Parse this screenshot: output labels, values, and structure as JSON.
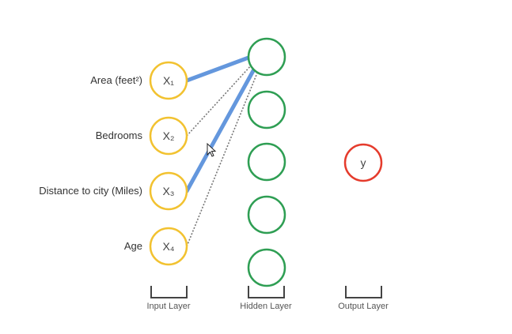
{
  "inputs": [
    {
      "feature": "Area (feet²)",
      "symbol": "X₁"
    },
    {
      "feature": "Bedrooms",
      "symbol": "X₂"
    },
    {
      "feature": "Distance to city (Miles)",
      "symbol": "X₃"
    },
    {
      "feature": "Age",
      "symbol": "X₄"
    }
  ],
  "hidden_count": 5,
  "output": {
    "symbol": "y"
  },
  "layers": {
    "input": "Input Layer",
    "hidden": "Hidden Layer",
    "output": "Output Layer"
  },
  "colors": {
    "input_node": "#f2c230",
    "hidden_node": "#2e9e53",
    "output_node": "#e53b2c",
    "strong_edge": "#4a86d8",
    "weak_edge": "#777777"
  }
}
